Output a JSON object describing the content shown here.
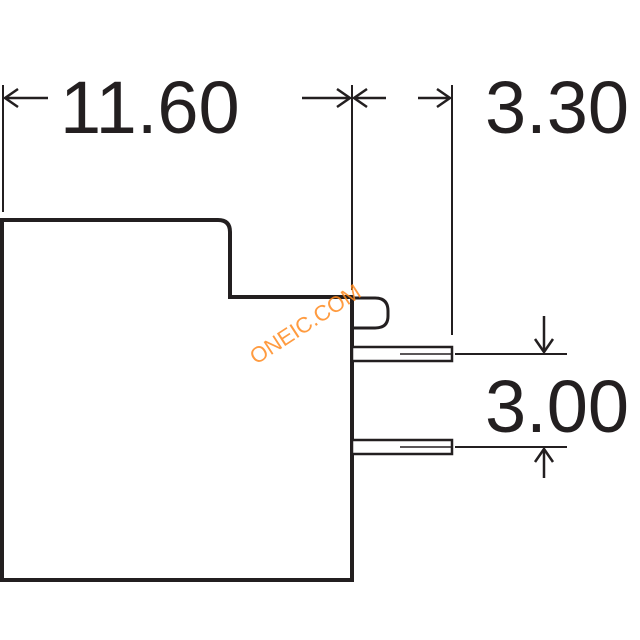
{
  "drawing": {
    "dimensions": {
      "body_width": "11.60",
      "pin_length": "3.30",
      "pin_pitch": "3.00"
    },
    "watermark": "ONEIC.COM",
    "colors": {
      "line": "#231f20",
      "watermark": "#ff8a1e",
      "background": "#ffffff"
    }
  }
}
